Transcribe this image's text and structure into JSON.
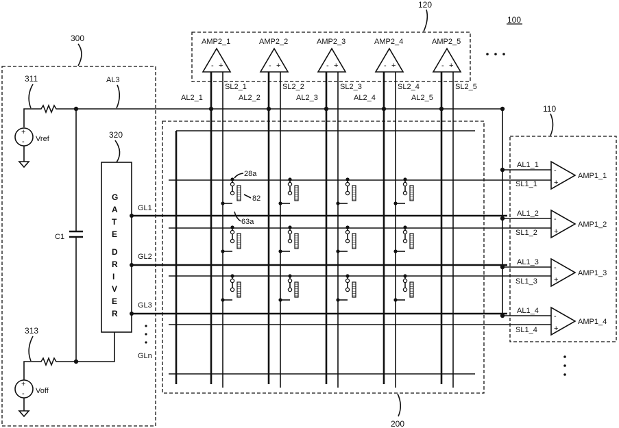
{
  "labels": {
    "figure_ref": "100",
    "amp2_block_ref": "120",
    "amp1_block_ref": "110",
    "driver_block_ref": "300",
    "panel_ref": "200",
    "gate_driver_ref": "320",
    "node_311": "311",
    "node_313": "313",
    "vref": "Vref",
    "voff": "Voff",
    "capacitor": "C1",
    "line_al3": "AL3",
    "cell_28a": "28a",
    "cell_82": "82",
    "cell_63a": "63a",
    "gate_driver_text": [
      "G",
      "A",
      "T",
      "E",
      "D",
      "R",
      "I",
      "V",
      "E",
      "R"
    ],
    "gate_lines": [
      "GL1",
      "GL2",
      "GL3",
      "GLn"
    ],
    "amp2": [
      {
        "name": "AMP2_1",
        "al": "AL2_1",
        "sl": "SL2_1"
      },
      {
        "name": "AMP2_2",
        "al": "AL2_2",
        "sl": "SL2_2"
      },
      {
        "name": "AMP2_3",
        "al": "AL2_3",
        "sl": "SL2_3"
      },
      {
        "name": "AMP2_4",
        "al": "AL2_4",
        "sl": "SL2_4"
      },
      {
        "name": "AMP2_5",
        "al": "AL2_5",
        "sl": "SL2_5"
      }
    ],
    "amp1": [
      {
        "name": "AMP1_1",
        "al": "AL1_1",
        "sl": "SL1_1"
      },
      {
        "name": "AMP1_2",
        "al": "AL1_2",
        "sl": "SL1_2"
      },
      {
        "name": "AMP1_3",
        "al": "AL1_3",
        "sl": "SL1_3"
      },
      {
        "name": "AMP1_4",
        "al": "AL1_4",
        "sl": "SL1_4"
      }
    ],
    "minus_sign": "-",
    "plus_sign": "+"
  }
}
